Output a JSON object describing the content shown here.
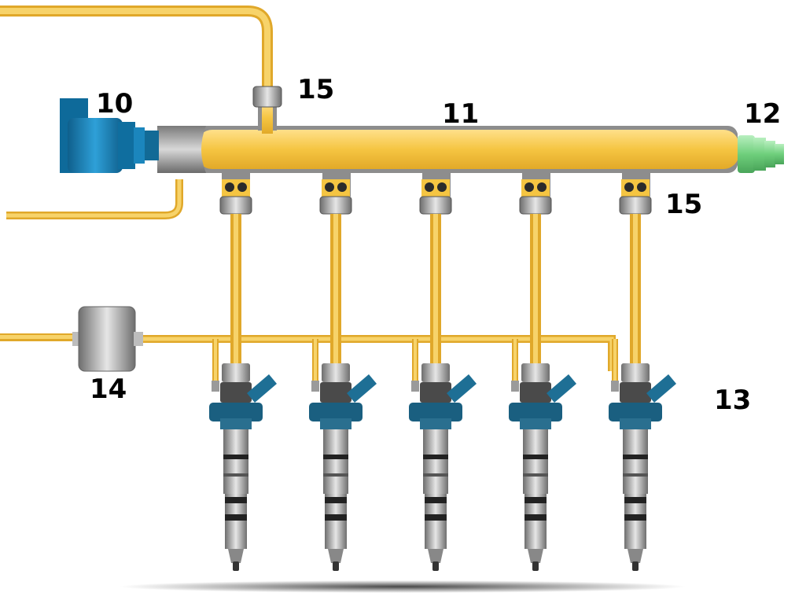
{
  "callouts": {
    "pressure_sensor": "10",
    "rail": "11",
    "pressure_valve": "12",
    "injectors": "13",
    "filter": "14",
    "supply_fitting": "15",
    "outlet_fitting": "15"
  },
  "injector_count": 5,
  "colors": {
    "fuel": "#f2c84b",
    "fuel_edge": "#d9a520",
    "metal": "#8f8f8f",
    "sensor": "#1b7fb8",
    "valve": "#7fd08a",
    "injector_body": "#2a6f8f",
    "seal": "#2b2b2b"
  }
}
